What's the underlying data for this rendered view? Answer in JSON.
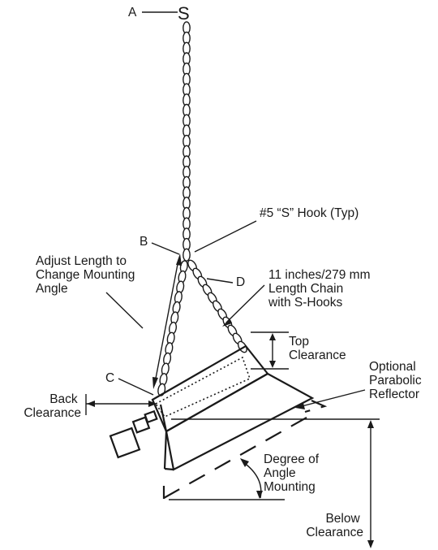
{
  "labels": {
    "a": "A",
    "s_hook": "S",
    "b": "B",
    "c": "C",
    "d": "D",
    "hook_note": "#5 “S” Hook (Typ)",
    "adjust": [
      "Adjust Length to",
      "Change Mounting",
      "Angle"
    ],
    "chain_note": [
      "11 inches/279 mm",
      "Length Chain",
      "with S-Hooks"
    ],
    "top_clearance": [
      "Top",
      "Clearance"
    ],
    "reflector": [
      "Optional",
      "Parabolic",
      "Reflector"
    ],
    "back_clearance": [
      "Back",
      "Clearance"
    ],
    "angle": [
      "Degree of",
      "Angle",
      "Mounting"
    ],
    "below_clearance": [
      "Below",
      "Clearance"
    ]
  }
}
